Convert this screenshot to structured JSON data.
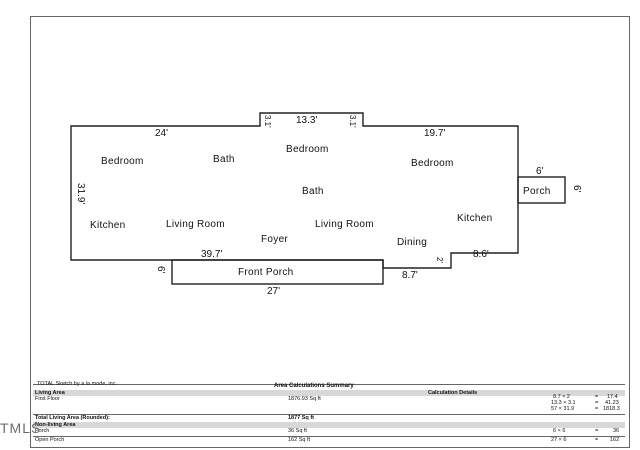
{
  "rooms": [
    {
      "id": "bedroom-1",
      "label": "Bedroom"
    },
    {
      "id": "bath-1",
      "label": "Bath"
    },
    {
      "id": "bedroom-2",
      "label": "Bedroom"
    },
    {
      "id": "bedroom-3",
      "label": "Bedroom"
    },
    {
      "id": "bath-2",
      "label": "Bath"
    },
    {
      "id": "kitchen-1",
      "label": "Kitchen"
    },
    {
      "id": "living-room-1",
      "label": "Living Room"
    },
    {
      "id": "living-room-2",
      "label": "Living Room"
    },
    {
      "id": "kitchen-2",
      "label": "Kitchen"
    },
    {
      "id": "foyer",
      "label": "Foyer"
    },
    {
      "id": "dining",
      "label": "Dining"
    },
    {
      "id": "porch",
      "label": "Porch"
    },
    {
      "id": "front-porch",
      "label": "Front Porch"
    }
  ],
  "dimensions": {
    "top_left": "24'",
    "bump_left": "3.1'",
    "bump_top": "13.3'",
    "bump_right": "3.1'",
    "top_right": "19.7'",
    "left_side": "31.9'",
    "porch_top": "6'",
    "porch_side": "6'",
    "bottom_left": "39.7'",
    "bottom_right": "8.6'",
    "step": "2'",
    "front_porch_side": "6'",
    "front_porch_right": "8.7'",
    "front_porch_bottom": "27'"
  },
  "summary": {
    "software": "TOTAL Sketch by a la mode, inc.",
    "title": "Area Calculations Summary",
    "living_area_header": "Living Area",
    "calc_header": "Calculation Details",
    "first_floor_label": "First Floor",
    "first_floor_area": "1876.93 Sq ft",
    "calc_lines": [
      {
        "expr": "8.7 × 2",
        "eq": "=",
        "val": "17.4"
      },
      {
        "expr": "13.3 × 3.1",
        "eq": "=",
        "val": "41.23"
      },
      {
        "expr": "57 × 31.9",
        "eq": "=",
        "val": "1818.3"
      }
    ],
    "total_living_label": "Total Living Area (Rounded):",
    "total_living_value": "1877 Sq ft",
    "non_living_header": "Non-living Area",
    "porch_label": "Porch",
    "porch_area": "36 Sq ft",
    "porch_calc": {
      "expr": "6 × 6",
      "eq": "=",
      "val": "36"
    },
    "open_porch_label": "Open Porch",
    "open_porch_area": "162 Sq ft",
    "open_porch_calc": {
      "expr": "27 × 6",
      "eq": "=",
      "val": "162"
    }
  },
  "watermark": "TMLS"
}
